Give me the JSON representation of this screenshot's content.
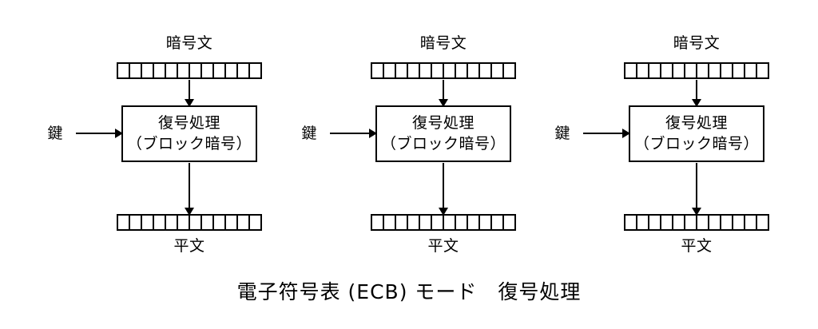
{
  "diagram": {
    "caption": "電子符号表 (ECB) モード　復号処理",
    "background_color": "#ffffff",
    "stroke_color": "#000000",
    "text_color": "#000000",
    "block_cell_count": 12,
    "columns": [
      {
        "index": 1,
        "input_label": "暗号文",
        "key_label": "鍵",
        "process_line_1": "復号処理",
        "process_line_2": "（ブロック暗号）",
        "output_label": "平文"
      },
      {
        "index": 2,
        "input_label": "暗号文",
        "key_label": "鍵",
        "process_line_1": "復号処理",
        "process_line_2": "（ブロック暗号）",
        "output_label": "平文"
      },
      {
        "index": 3,
        "input_label": "暗号文",
        "key_label": "鍵",
        "process_line_1": "復号処理",
        "process_line_2": "（ブロック暗号）",
        "output_label": "平文"
      }
    ]
  }
}
